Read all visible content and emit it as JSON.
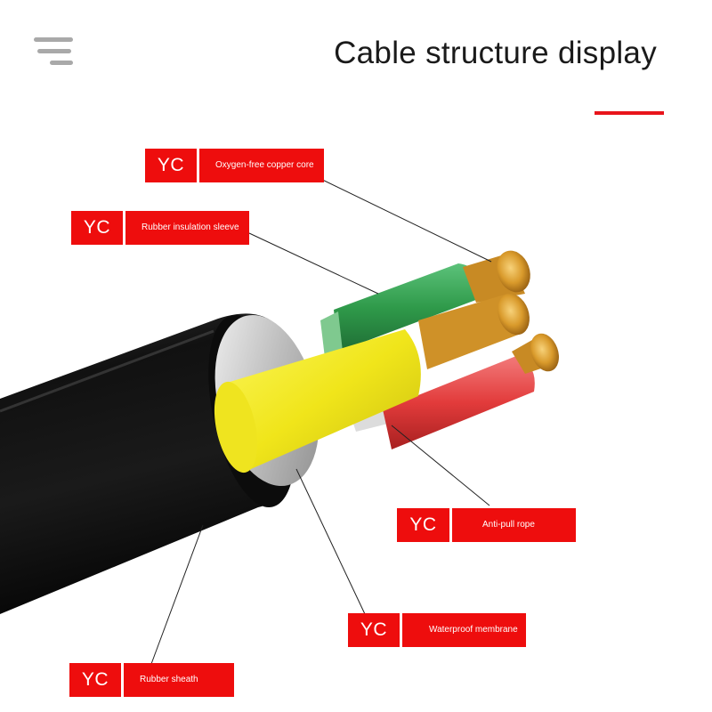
{
  "header": {
    "title": "Cable structure display",
    "menu_icon": "menu-icon"
  },
  "colors": {
    "accent": "#e8141b",
    "label_red": "#ee0d0d",
    "sheath": "#101010",
    "green_core": "#2f9a4a",
    "yellow_core": "#f3ec1a",
    "red_core": "#e23b3b",
    "copper": "#d99a2b"
  },
  "labels": [
    {
      "brand": "YC",
      "text": "Oxygen-free copper core"
    },
    {
      "brand": "YC",
      "text": "Rubber insulation sleeve"
    },
    {
      "brand": "YC",
      "text": "Anti-pull rope"
    },
    {
      "brand": "YC",
      "text": "Waterproof membrane"
    },
    {
      "brand": "YC",
      "text": "Rubber sheath"
    }
  ]
}
